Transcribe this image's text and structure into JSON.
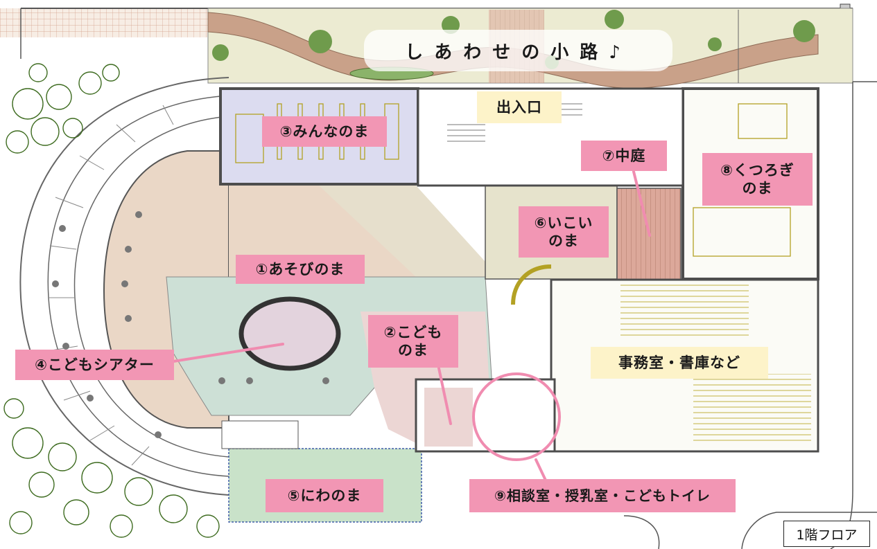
{
  "map": {
    "path_title": "しあわせの小路♪",
    "floor_label": "1階フロア",
    "zones": [
      {
        "id": "asobi",
        "label": "①あそびのま"
      },
      {
        "id": "kodomo",
        "label_line1": "②こども",
        "label_line2": "のま"
      },
      {
        "id": "minna",
        "label": "③みんなのま"
      },
      {
        "id": "theater",
        "label": "④こどもシアター"
      },
      {
        "id": "niwa",
        "label": "⑤にわのま"
      },
      {
        "id": "ikoi",
        "label_line1": "⑥いこい",
        "label_line2": "のま"
      },
      {
        "id": "nakaniwa",
        "label": "⑦中庭"
      },
      {
        "id": "kutsurogi",
        "label_line1": "⑧くつろぎ",
        "label_line2": "のま"
      },
      {
        "id": "soudan",
        "label": "⑨相談室・授乳室・こどもトイレ"
      }
    ],
    "entrance_label": "出入口",
    "office_label": "事務室・書庫など",
    "colors": {
      "label_pink": "#f296b4",
      "label_cream": "#fdf3c9",
      "leader_line": "#f08cb0",
      "wall": "#4d4d4d",
      "furniture": "#b3a124",
      "asobi_floor": "#ead7c6",
      "minna_floor": "#dcdcf0",
      "kodomo_floor": "#cde0d6",
      "niwa_floor": "#c9e2c9",
      "courtyard_floor": "#dca89a",
      "path_sand": "#ecebd2",
      "path_brown": "#c9a189",
      "tree": "#6f9b4c"
    }
  }
}
